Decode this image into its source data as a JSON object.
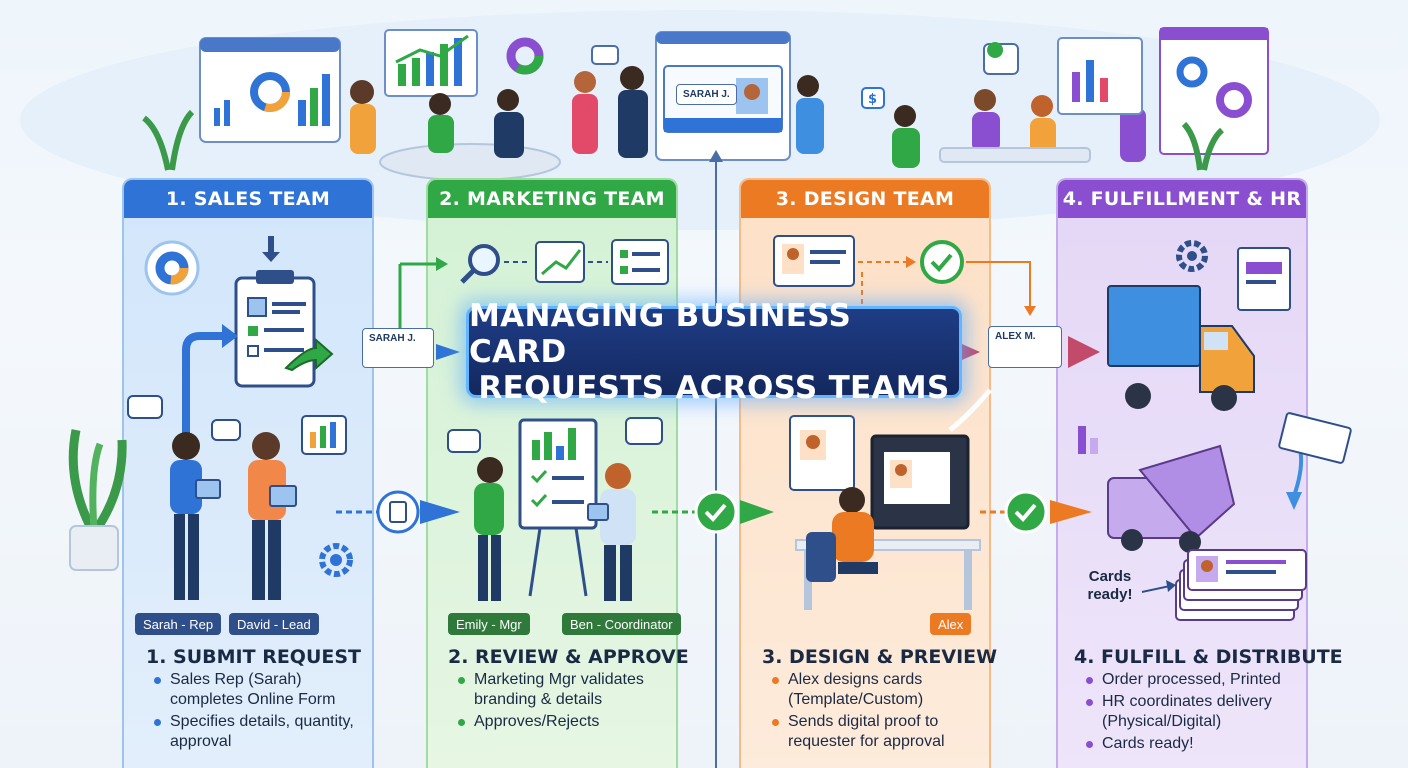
{
  "title": {
    "line1": "MANAGING BUSINESS CARD",
    "line2": "REQUESTS ACROSS TEAMS"
  },
  "columns": [
    {
      "header": "1. SALES TEAM",
      "step_title": "1. SUBMIT REQUEST",
      "people": [
        "Sarah - Rep",
        "David - Lead"
      ],
      "bullets": [
        "Sales Rep (Sarah) completes Online Form",
        "Specifies details, quantity, approval"
      ]
    },
    {
      "header": "2. MARKETING TEAM",
      "step_title": "2. REVIEW & APPROVE",
      "people": [
        "Emily - Mgr",
        "Ben - Coordinator"
      ],
      "bullets": [
        "Marketing Mgr validates branding & details",
        "Approves/Rejects"
      ]
    },
    {
      "header": "3. DESIGN TEAM",
      "step_title": "3. DESIGN & PREVIEW",
      "people": [
        "Alex"
      ],
      "bullets": [
        "Alex designs cards (Template/Custom)",
        "Sends digital proof to requester for approval"
      ]
    },
    {
      "header": "4. FULFILLMENT & HR",
      "step_title": "4. FULFILL & DISTRIBUTE",
      "people": [],
      "bullets": [
        "Order processed, Printed",
        "HR coordinates delivery (Physical/Digital)",
        "Cards ready!"
      ]
    }
  ],
  "cards": {
    "top_card": "SARAH J.",
    "sales_card": "SARAH J.",
    "design_card": "ALEX M."
  },
  "cards_ready_label": "Cards ready!",
  "colors": {
    "sales": "#2f73d6",
    "marketing": "#2fa845",
    "design": "#ec7a23",
    "fulfillment": "#8a4fd0",
    "banner": "#1f3d86"
  }
}
